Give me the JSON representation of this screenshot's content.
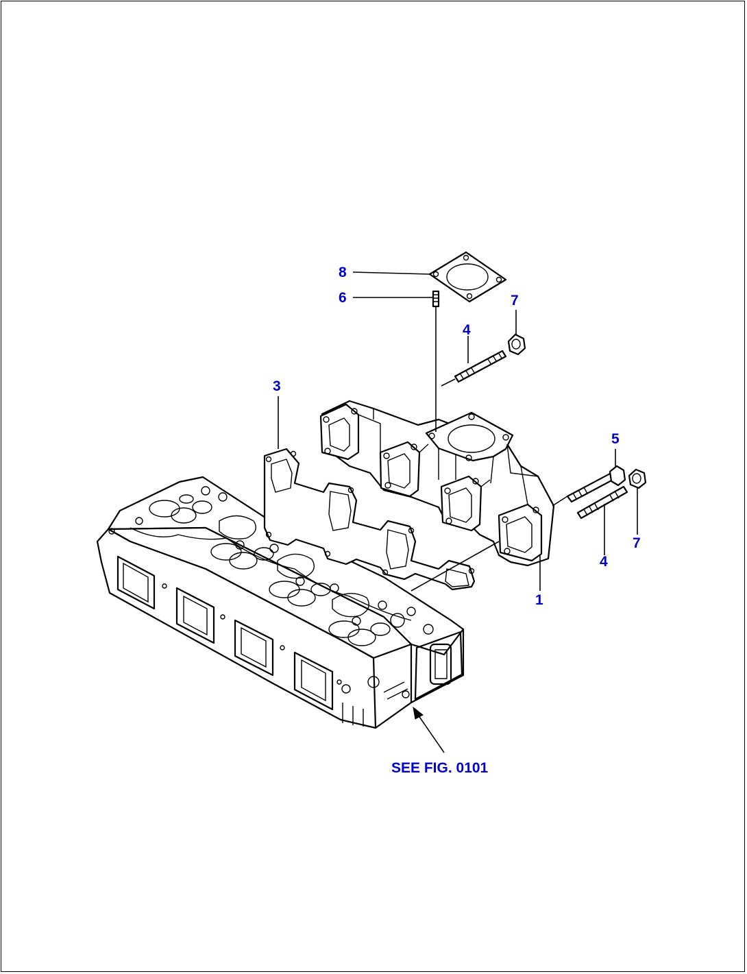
{
  "callouts": {
    "c1": "1",
    "c3": "3",
    "c4a": "4",
    "c4b": "4",
    "c5": "5",
    "c6": "6",
    "c7a": "7",
    "c7b": "7",
    "c8": "8"
  },
  "reference": "SEE FIG. 0101",
  "colors": {
    "callout": "#0000cc",
    "line": "#000000",
    "background": "#ffffff"
  }
}
